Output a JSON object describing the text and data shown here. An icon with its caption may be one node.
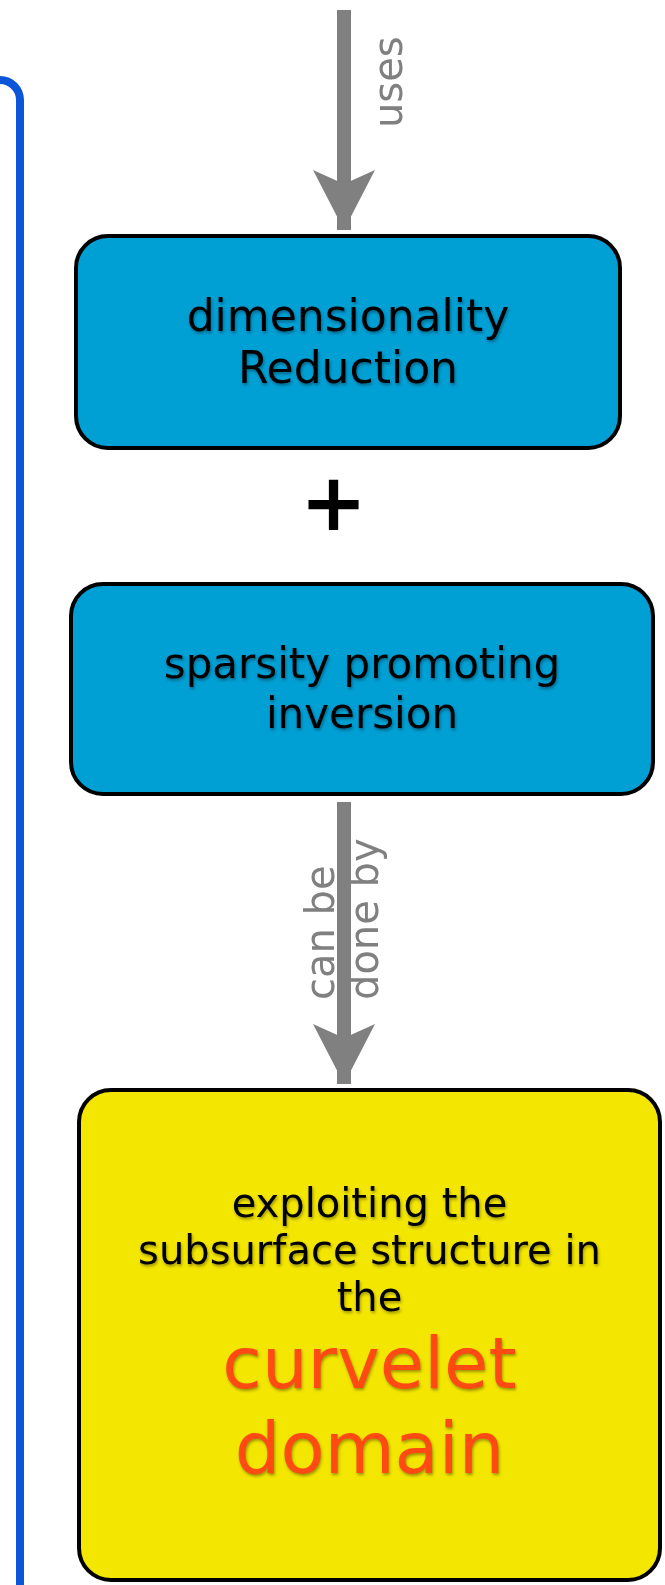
{
  "diagram": {
    "nodes": [
      {
        "text": [],
        "shape": "box"
      },
      {
        "text": [
          "dimensionality Reduction"
        ]
      },
      {
        "text": [
          "sparsity promoting inversion"
        ]
      },
      {
        "text": [
          "exploiting the subsurface structure in the",
          "curvelet domain"
        ]
      }
    ],
    "edges": [
      {
        "from": null,
        "to": 1,
        "arrow": "to",
        "label": "uses"
      },
      {
        "from": 2,
        "to": 3,
        "arrow": "to",
        "label": "can be done by"
      }
    ],
    "labels": [
      "+"
    ]
  }
}
